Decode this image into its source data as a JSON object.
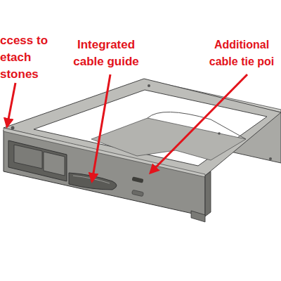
{
  "diagram": {
    "labels": [
      "ccess to etach stones",
      "Integrated cable guide",
      "Additional cable tie poi"
    ]
  }
}
